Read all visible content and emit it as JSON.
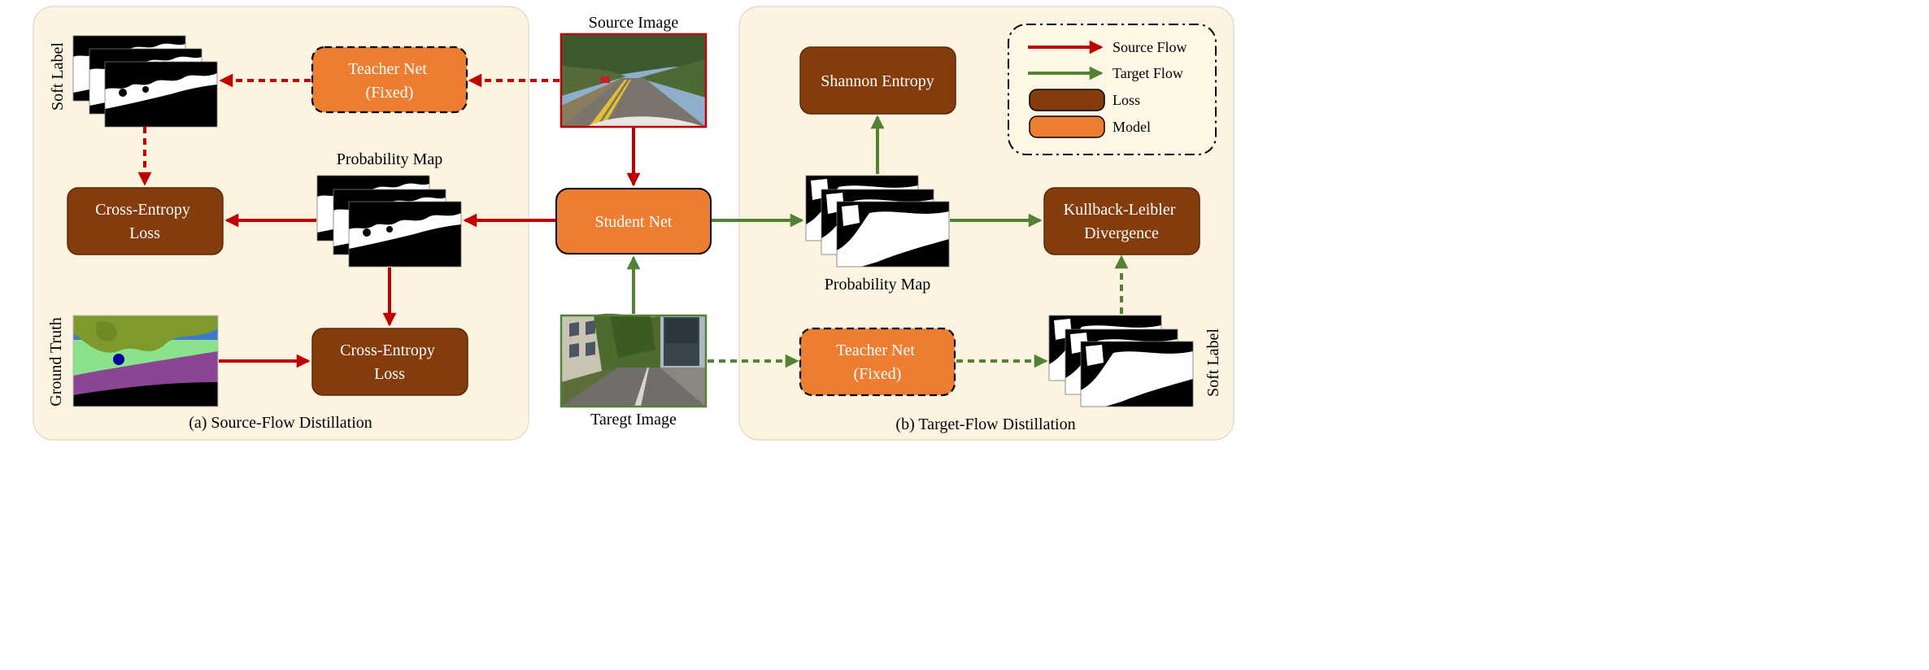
{
  "panels": {
    "source": {
      "caption": "(a) Source-Flow Distillation"
    },
    "target": {
      "caption": "(b) Target-Flow Distillation"
    }
  },
  "images": {
    "source": "Source Image",
    "target": "Taregt Image"
  },
  "nodes": {
    "student": "Student Net",
    "teacher_source": [
      "Teacher Net",
      "(Fixed)"
    ],
    "teacher_target": [
      "Teacher Net",
      "(Fixed)"
    ],
    "ce_loss_top": [
      "Cross-Entropy",
      "Loss"
    ],
    "ce_loss_bottom": [
      "Cross-Entropy",
      "Loss"
    ],
    "shannon": "Shannon Entropy",
    "kl": [
      "Kullback-Leibler",
      "Divergence"
    ]
  },
  "labels": {
    "soft_label_left": "Soft Label",
    "soft_label_right": "Soft Label",
    "ground_truth": "Ground Truth",
    "prob_map_left": "Probability Map",
    "prob_map_right": "Probability Map"
  },
  "legend": {
    "items": [
      {
        "label": "Source Flow",
        "kind": "arrow",
        "color": "#c00000"
      },
      {
        "label": "Target Flow",
        "kind": "arrow",
        "color": "#548235"
      },
      {
        "label": "Loss",
        "kind": "box",
        "color": "#843c0c"
      },
      {
        "label": "Model",
        "kind": "box",
        "color": "#ed7d31"
      }
    ]
  },
  "colors": {
    "panel_bg": "#fdf3e1",
    "model": "#ed7d31",
    "loss": "#843c0c",
    "source_flow": "#c00000",
    "target_flow": "#548235"
  }
}
